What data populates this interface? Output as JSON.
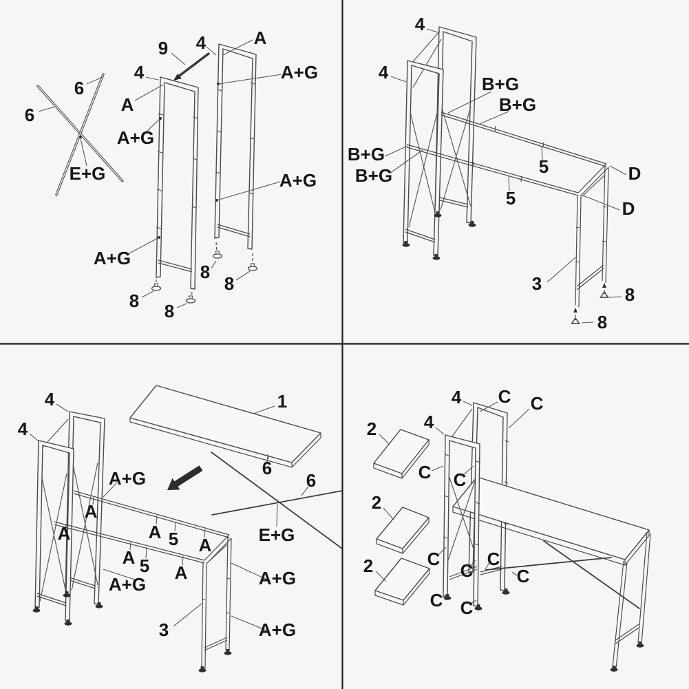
{
  "diagram": {
    "type": "furniture-assembly-instruction-sheet",
    "layout": "2x2-step-grid",
    "colors": {
      "background": "#f6f6f5",
      "line": "#4a4a4a",
      "label": "#161616",
      "divider": "#1e1e1e",
      "arrow": "#2d2d2d"
    },
    "icons": {
      "levelling_foot": "mushroom-foot-glyph",
      "insert_foot": "triangle-foot-glyph",
      "insert_arrowhead": "solid-triangle",
      "direction_arrow": "solid-black-arrow"
    },
    "panels": [
      {
        "id": "step-panel-top-left",
        "position": "top-left",
        "labels": [
          "9",
          "4",
          "A",
          "4",
          "A",
          "A+G",
          "A+G",
          "6",
          "6",
          "E+G",
          "A+G",
          "A+G",
          "8",
          "8",
          "8",
          "8"
        ]
      },
      {
        "id": "step-panel-top-right",
        "position": "top-right",
        "labels": [
          "4",
          "4",
          "B+G",
          "B+G",
          "B+G",
          "B+G",
          "5",
          "D",
          "5",
          "D",
          "3",
          "8",
          "8"
        ]
      },
      {
        "id": "step-panel-bottom-left",
        "position": "bottom-left",
        "labels": [
          "4",
          "4",
          "1",
          "6",
          "6",
          "E+G",
          "A+G",
          "A",
          "A",
          "A",
          "5",
          "A",
          "A",
          "5",
          "A",
          "A+G",
          "A+G",
          "3",
          "A+G"
        ]
      },
      {
        "id": "step-panel-bottom-right",
        "position": "bottom-right",
        "labels": [
          "2",
          "2",
          "2",
          "4",
          "C",
          "C",
          "4",
          "C",
          "C",
          "C",
          "C",
          "C",
          "C",
          "C",
          "C"
        ]
      }
    ]
  }
}
